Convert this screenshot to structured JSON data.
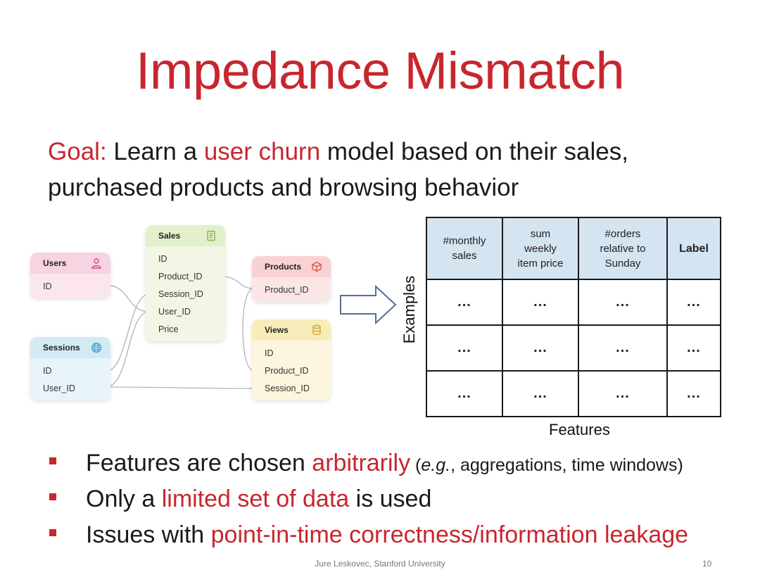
{
  "title": "Impedance Mismatch",
  "goal": {
    "prefix": "Goal:",
    "t1": " Learn a ",
    "highlight": "user churn",
    "t2": " model based on their sales,",
    "line2": "purchased products and browsing behavior"
  },
  "schema": {
    "users": {
      "name": "Users",
      "fields": [
        "ID"
      ],
      "icon": "user-icon"
    },
    "sales": {
      "name": "Sales",
      "fields": [
        "ID",
        "Product_ID",
        "Session_ID",
        "User_ID",
        "Price"
      ],
      "icon": "receipt-icon"
    },
    "products": {
      "name": "Products",
      "fields": [
        "Product_ID"
      ],
      "icon": "cube-icon"
    },
    "sessions": {
      "name": "Sessions",
      "fields": [
        "ID",
        "User_ID"
      ],
      "icon": "globe-icon"
    },
    "views": {
      "name": "Views",
      "fields": [
        "ID",
        "Product_ID",
        "Session_ID"
      ],
      "icon": "database-icon"
    },
    "colors": {
      "users": "#fbe6ef",
      "users_head": "#f8d3e2",
      "sales": "#f1f7e4",
      "sales_head": "#e3f0cc",
      "products": "#fbe6e6",
      "products_head": "#f8d2d2",
      "sessions": "#e8f4f9",
      "sessions_head": "#d3eaf3",
      "views": "#fbf6dd",
      "views_head": "#f7edbb"
    }
  },
  "feature_table": {
    "headers": [
      "#monthly\nsales",
      "sum\nweekly\nitem price",
      "#orders\nrelative to\nSunday",
      "Label"
    ],
    "rows": [
      [
        "...",
        "...",
        "...",
        "..."
      ],
      [
        "...",
        "...",
        "...",
        "..."
      ],
      [
        "...",
        "...",
        "...",
        "..."
      ]
    ],
    "header_bg": "#d5e4f1"
  },
  "axis": {
    "examples": "Examples",
    "features": "Features"
  },
  "bullets": [
    {
      "pre": "Features are chosen ",
      "hl": "arbitrarily",
      "post_a": " (",
      "em": "e.g.",
      "post_b": ", aggregations, time windows)"
    },
    {
      "pre": "Only a ",
      "hl": "limited set of data",
      "post": " is used"
    },
    {
      "pre": "Issues with ",
      "hl": "point-in-time correctness/information leakage"
    }
  ],
  "footer": "Jure Leskovec, Stanford University",
  "page_number": "10",
  "accent": "#c8262e"
}
